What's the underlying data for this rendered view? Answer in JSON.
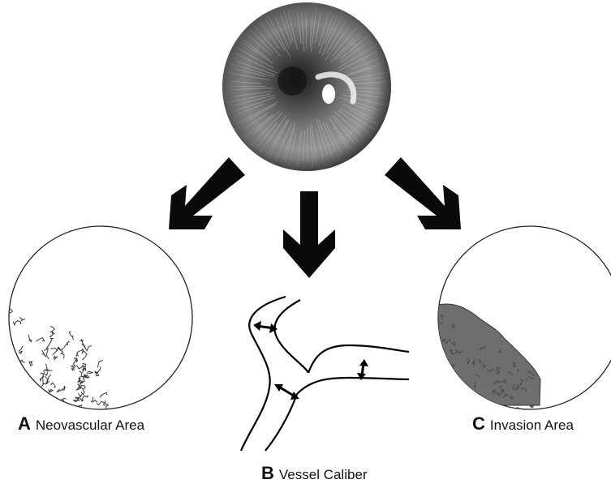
{
  "panels": {
    "a": {
      "letter": "A",
      "text": "Neovascular Area"
    },
    "b": {
      "letter": "B",
      "text": "Vessel Caliber"
    },
    "c": {
      "letter": "C",
      "text": "Invasion Area"
    }
  },
  "colors": {
    "ink": "#111111",
    "invasion_fill": "#6e6e6e"
  }
}
